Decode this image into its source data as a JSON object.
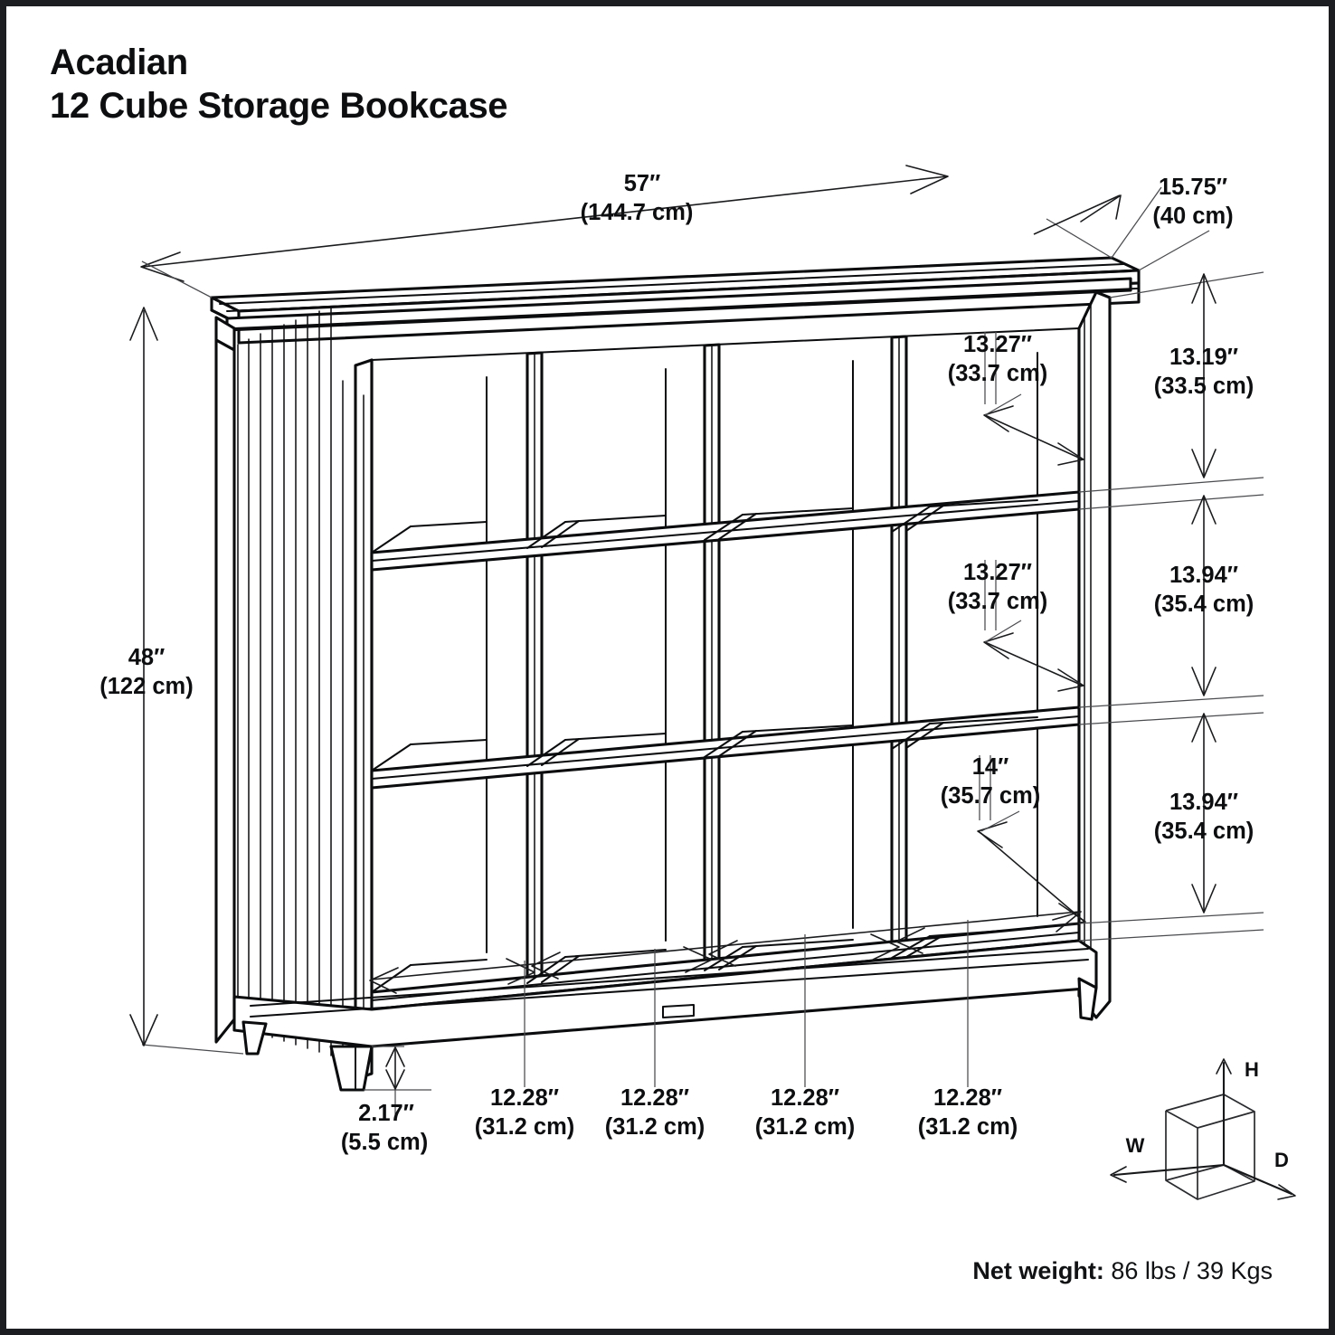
{
  "document": {
    "title_line1": "Acadian",
    "title_line2": "12 Cube Storage Bookcase"
  },
  "net_weight": {
    "label": "Net weight:",
    "value": " 86 lbs / 39 Kgs"
  },
  "dimensions": {
    "overall_width": {
      "imperial": "57′′",
      "metric": "(144.7 cm)"
    },
    "overall_depth": {
      "imperial": "15.75′′",
      "metric": "(40 cm)"
    },
    "overall_height": {
      "imperial": "48′′",
      "metric": "(122 cm)"
    },
    "leg_height": {
      "imperial": "2.17′′",
      "metric": "(5.5 cm)"
    },
    "row_heights": [
      {
        "imperial": "13.19′′",
        "metric": "(33.5 cm)"
      },
      {
        "imperial": "13.94′′",
        "metric": "(35.4 cm)"
      },
      {
        "imperial": "13.94′′",
        "metric": "(35.4 cm)"
      }
    ],
    "shelf_depths": [
      {
        "imperial": "13.27′′",
        "metric": "(33.7 cm)"
      },
      {
        "imperial": "13.27′′",
        "metric": "(33.7 cm)"
      },
      {
        "imperial": "14′′",
        "metric": "(35.7 cm)"
      }
    ],
    "cube_widths": [
      {
        "imperial": "12.28′′",
        "metric": "(31.2 cm)"
      },
      {
        "imperial": "12.28′′",
        "metric": "(31.2 cm)"
      },
      {
        "imperial": "12.28′′",
        "metric": "(31.2 cm)"
      },
      {
        "imperial": "12.28′′",
        "metric": "(31.2 cm)"
      }
    ]
  },
  "axis_legend": {
    "height_axis": "H",
    "width_axis": "W",
    "depth_axis": "D"
  },
  "chart_data": {
    "type": "table",
    "title": "Acadian 12 Cube Storage Bookcase — dimension drawing",
    "rows": [
      {
        "name": "Overall width",
        "imperial": "57′′",
        "metric": "144.7 cm"
      },
      {
        "name": "Overall depth",
        "imperial": "15.75′′",
        "metric": "40 cm"
      },
      {
        "name": "Overall height",
        "imperial": "48′′",
        "metric": "122 cm"
      },
      {
        "name": "Top row opening height",
        "imperial": "13.19′′",
        "metric": "33.5 cm"
      },
      {
        "name": "Middle row opening height",
        "imperial": "13.94′′",
        "metric": "35.4 cm"
      },
      {
        "name": "Bottom row opening height",
        "imperial": "13.94′′",
        "metric": "35.4 cm"
      },
      {
        "name": "Top shelf depth",
        "imperial": "13.27′′",
        "metric": "33.7 cm"
      },
      {
        "name": "Middle shelf depth",
        "imperial": "13.27′′",
        "metric": "33.7 cm"
      },
      {
        "name": "Bottom shelf depth",
        "imperial": "14′′",
        "metric": "35.7 cm"
      },
      {
        "name": "Cube opening width (x4)",
        "imperial": "12.28′′",
        "metric": "31.2 cm"
      },
      {
        "name": "Leg height",
        "imperial": "2.17′′",
        "metric": "5.5 cm"
      },
      {
        "name": "Net weight",
        "imperial": "86 lbs",
        "metric": "39 Kgs"
      }
    ]
  }
}
